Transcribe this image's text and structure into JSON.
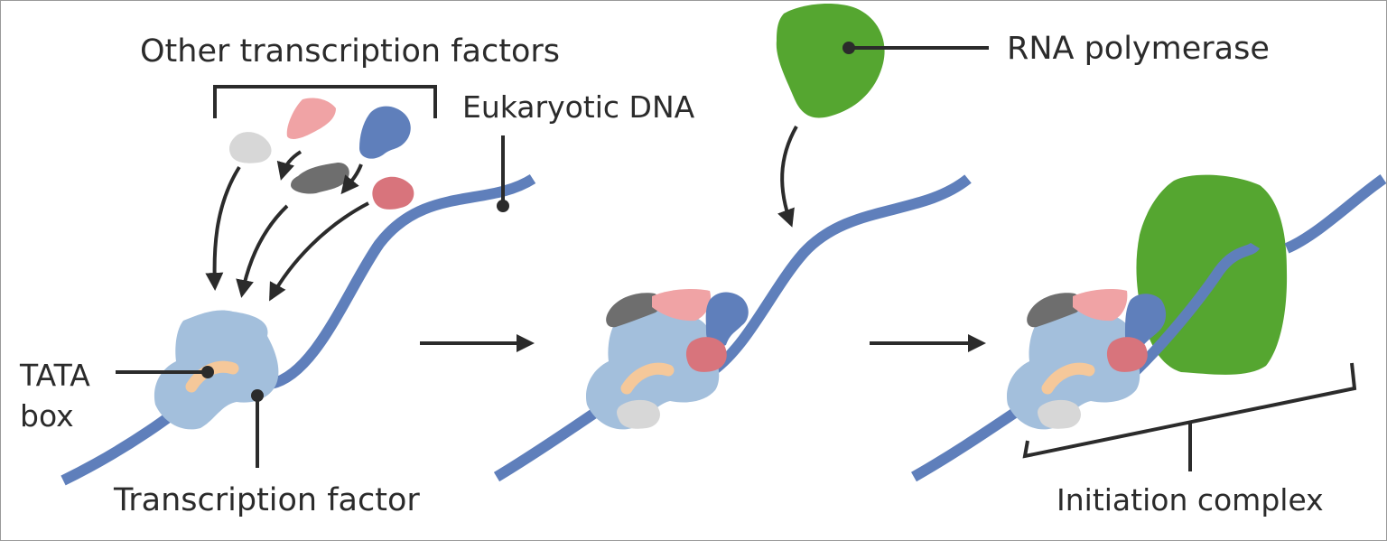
{
  "labels": {
    "other_factors": "Other transcription factors",
    "eukaryotic_dna": "Eukaryotic DNA",
    "rna_polymerase": "RNA polymerase",
    "tata_line1": "TATA",
    "tata_line2": "box",
    "transcription_factor": "Transcription factor",
    "initiation_complex": "Initiation complex"
  },
  "colors": {
    "dna": "#5f7fbb",
    "transcription_factor": "#a3bfdc",
    "tata_box": "#f5c89a",
    "polymerase": "#55a630",
    "factor_light_gray": "#d7d7d7",
    "factor_dark_gray": "#6e6e6e",
    "factor_pink": "#f0a3a5",
    "factor_blue": "#5f7fbb",
    "factor_red": "#d8747c",
    "ink": "#2b2b2b"
  }
}
